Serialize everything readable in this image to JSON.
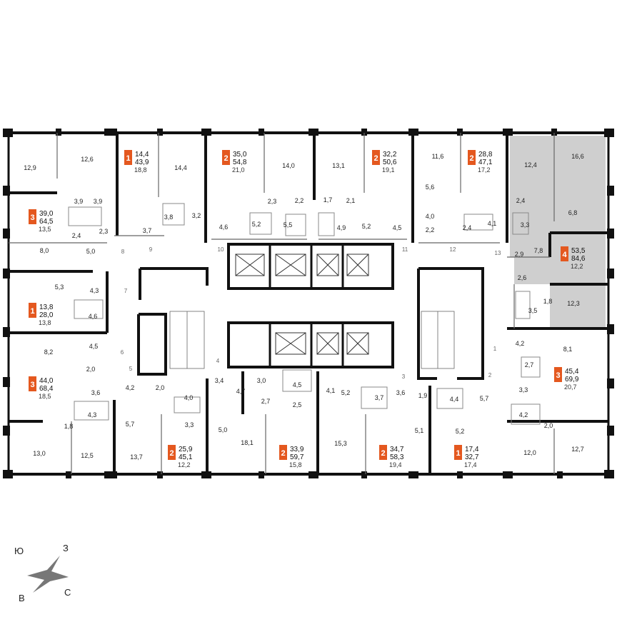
{
  "colors": {
    "wall": "#111111",
    "thin": "#666666",
    "accent": "#e4581f",
    "highlight": "#cfcfcf",
    "fixture": "#999999"
  },
  "apartments": [
    {
      "rooms": "1",
      "living": "14,4",
      "total": "43,9",
      "kitchen": "18,8"
    },
    {
      "rooms": "2",
      "living": "35,0",
      "total": "54,8",
      "kitchen": "21,0"
    },
    {
      "rooms": "2",
      "living": "32,2",
      "total": "50,6",
      "kitchen": "19,1"
    },
    {
      "rooms": "2",
      "living": "28,8",
      "total": "47,1",
      "kitchen": "17,2"
    },
    {
      "rooms": "3",
      "living": "39,0",
      "total": "64,5",
      "kitchen": "13,5"
    },
    {
      "rooms": "4",
      "living": "53,5",
      "total": "84,6",
      "kitchen": "12,2"
    },
    {
      "rooms": "1",
      "living": "13,8",
      "total": "28,0",
      "kitchen": "13,8"
    },
    {
      "rooms": "3",
      "living": "44,0",
      "total": "68,4",
      "kitchen": "18,5"
    },
    {
      "rooms": "3",
      "living": "45,4",
      "total": "69,9",
      "kitchen": "20,7"
    },
    {
      "rooms": "2",
      "living": "25,9",
      "total": "45,1",
      "kitchen": "12,2"
    },
    {
      "rooms": "2",
      "living": "33,9",
      "total": "59,7",
      "kitchen": "15,8"
    },
    {
      "rooms": "2",
      "living": "34,7",
      "total": "58,3",
      "kitchen": "19,4"
    },
    {
      "rooms": "1",
      "living": "17,4",
      "total": "32,7",
      "kitchen": "17,4"
    }
  ],
  "room_areas": [
    "12,9",
    "12,6",
    "3,9",
    "3,9",
    "14,4",
    "3,8",
    "3,2",
    "3,7",
    "14,0",
    "13,1",
    "11,6",
    "5,6",
    "2,3",
    "2,2",
    "1,7",
    "2,1",
    "4,6",
    "5,2",
    "5,5",
    "4,9",
    "5,2",
    "4,5",
    "4,0",
    "2,2",
    "2,4",
    "4,1",
    "12,4",
    "16,6",
    "2,4",
    "6,8",
    "3,3",
    "2,9",
    "7,8",
    "2,6",
    "3,5",
    "1,8",
    "12,3",
    "2,4",
    "2,3",
    "8,0",
    "5,0",
    "5,3",
    "4,3",
    "4,6",
    "4,2",
    "8,1",
    "2,7",
    "3,3",
    "4,2",
    "2,0",
    "12,0",
    "12,7",
    "8,2",
    "4,5",
    "2,0",
    "3,6",
    "4,3",
    "1,8",
    "13,0",
    "12,5",
    "4,2",
    "2,0",
    "4,0",
    "3,3",
    "5,7",
    "13,7",
    "3,4",
    "4,7",
    "3,0",
    "4,5",
    "2,7",
    "2,5",
    "4,1",
    "5,2",
    "3,7",
    "3,6",
    "1,9",
    "4,4",
    "5,7",
    "5,0",
    "18,1",
    "15,3",
    "5,1",
    "5,2"
  ],
  "entrances": [
    "1",
    "2",
    "3",
    "4",
    "5",
    "6",
    "7",
    "8",
    "9",
    "10",
    "11",
    "12",
    "13"
  ],
  "compass": {
    "north": "С",
    "south": "Ю",
    "west": "З",
    "east": "В"
  }
}
